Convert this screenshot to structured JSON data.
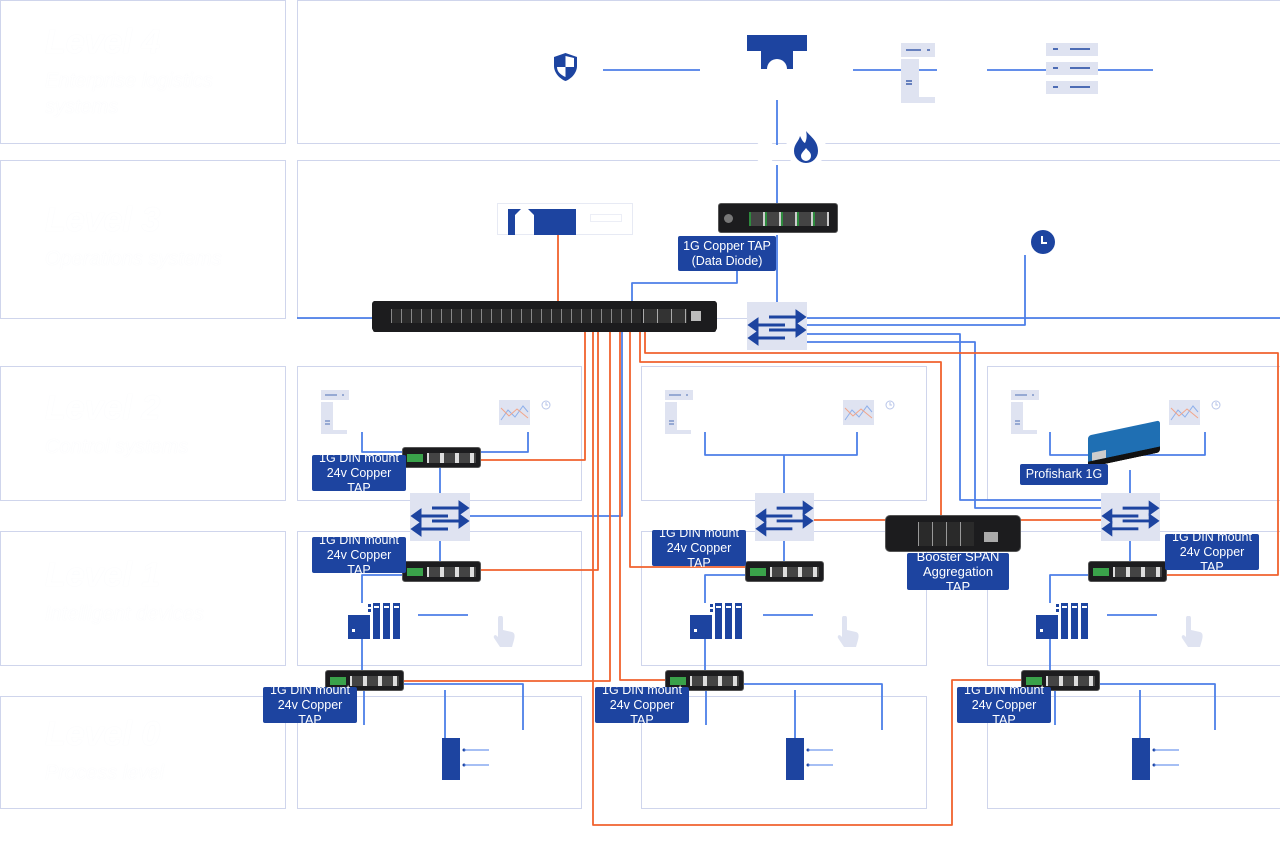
{
  "levels": [
    {
      "title": "Level 4",
      "subtitle": "Enterprise logistics systems"
    },
    {
      "title": "Level 3",
      "subtitle": "Operations systems"
    },
    {
      "title": "Level 2",
      "subtitle": "Control systems"
    },
    {
      "title": "Level 1",
      "subtitle": "Intelligent devices"
    },
    {
      "title": "Level 0",
      "subtitle": "Process level"
    }
  ],
  "labels": {
    "copper_tap": "1G Copper TAP",
    "copper_tap_sub": "(Data Diode)",
    "din_line1": "1G DIN mount",
    "din_line2": "24v Copper TAP",
    "profishark": "Profishark 1G",
    "booster_line1": "Booster SPAN",
    "booster_line2": "Aggregation TAP"
  },
  "colors": {
    "label_bg": "#1d44a0",
    "network_line": "#4d7fe8",
    "monitor_line": "#f0622e",
    "zone_border": "#cfd5ec",
    "icon_fill": "#dfe3f1"
  }
}
